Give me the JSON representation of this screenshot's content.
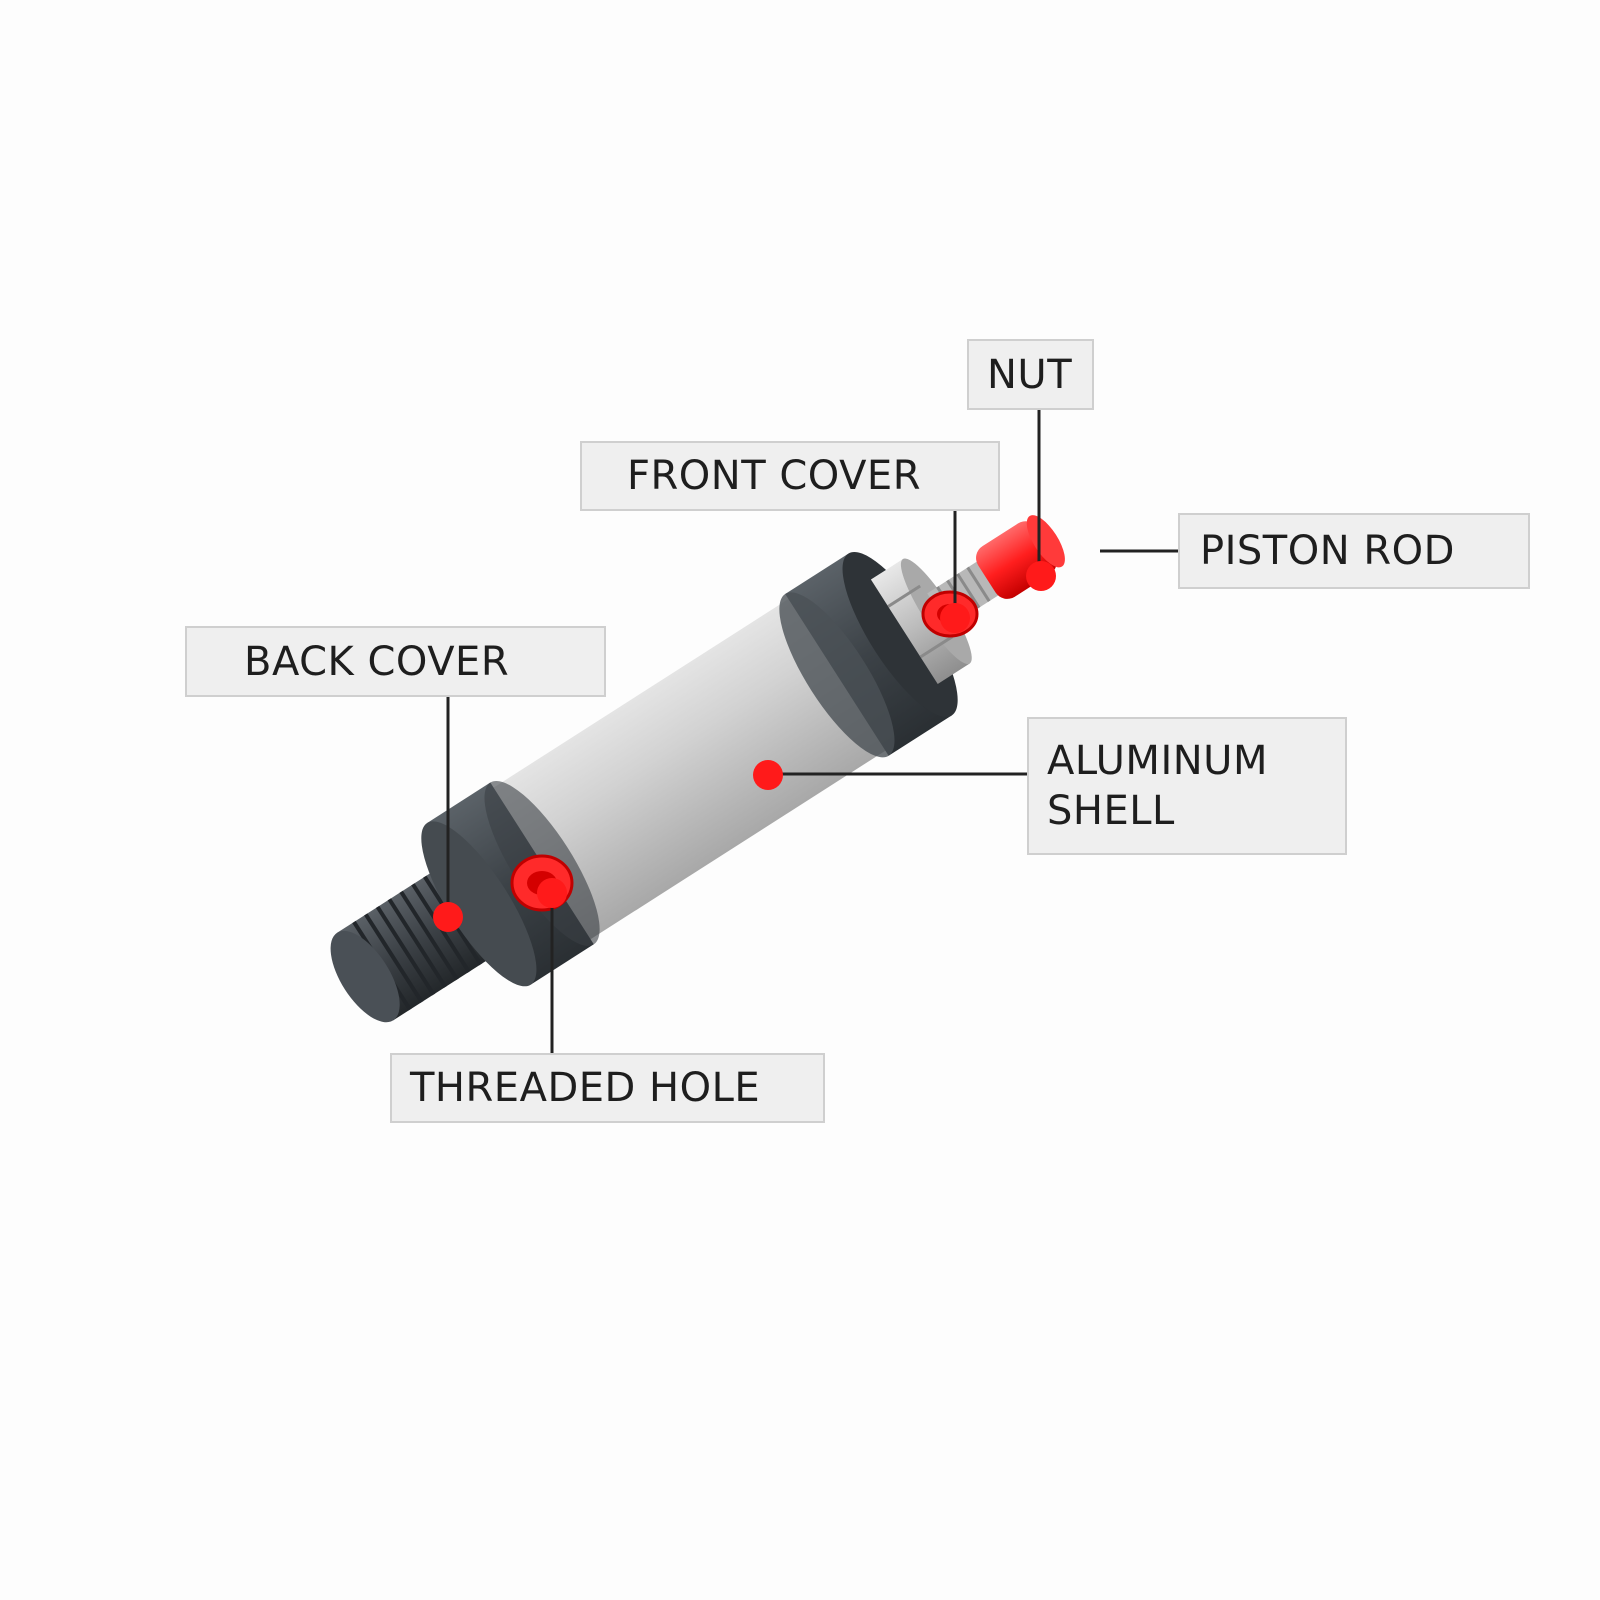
{
  "labels": {
    "nut": "NUT",
    "front_cover": "FRONT COVER",
    "piston_rod": "PISTON ROD",
    "back_cover": "BACK COVER",
    "aluminum_shell": "ALUMINUM\nSHELL",
    "threaded_hole": "THREADED HOLE"
  },
  "colors": {
    "marker": "#ff1a1a",
    "shell": "#c4c4c4",
    "cover": "#3d4348",
    "rod_cap": "#ff2020",
    "label_bg": "#efefef",
    "label_border": "#cfcfcf",
    "leader": "#222222"
  }
}
